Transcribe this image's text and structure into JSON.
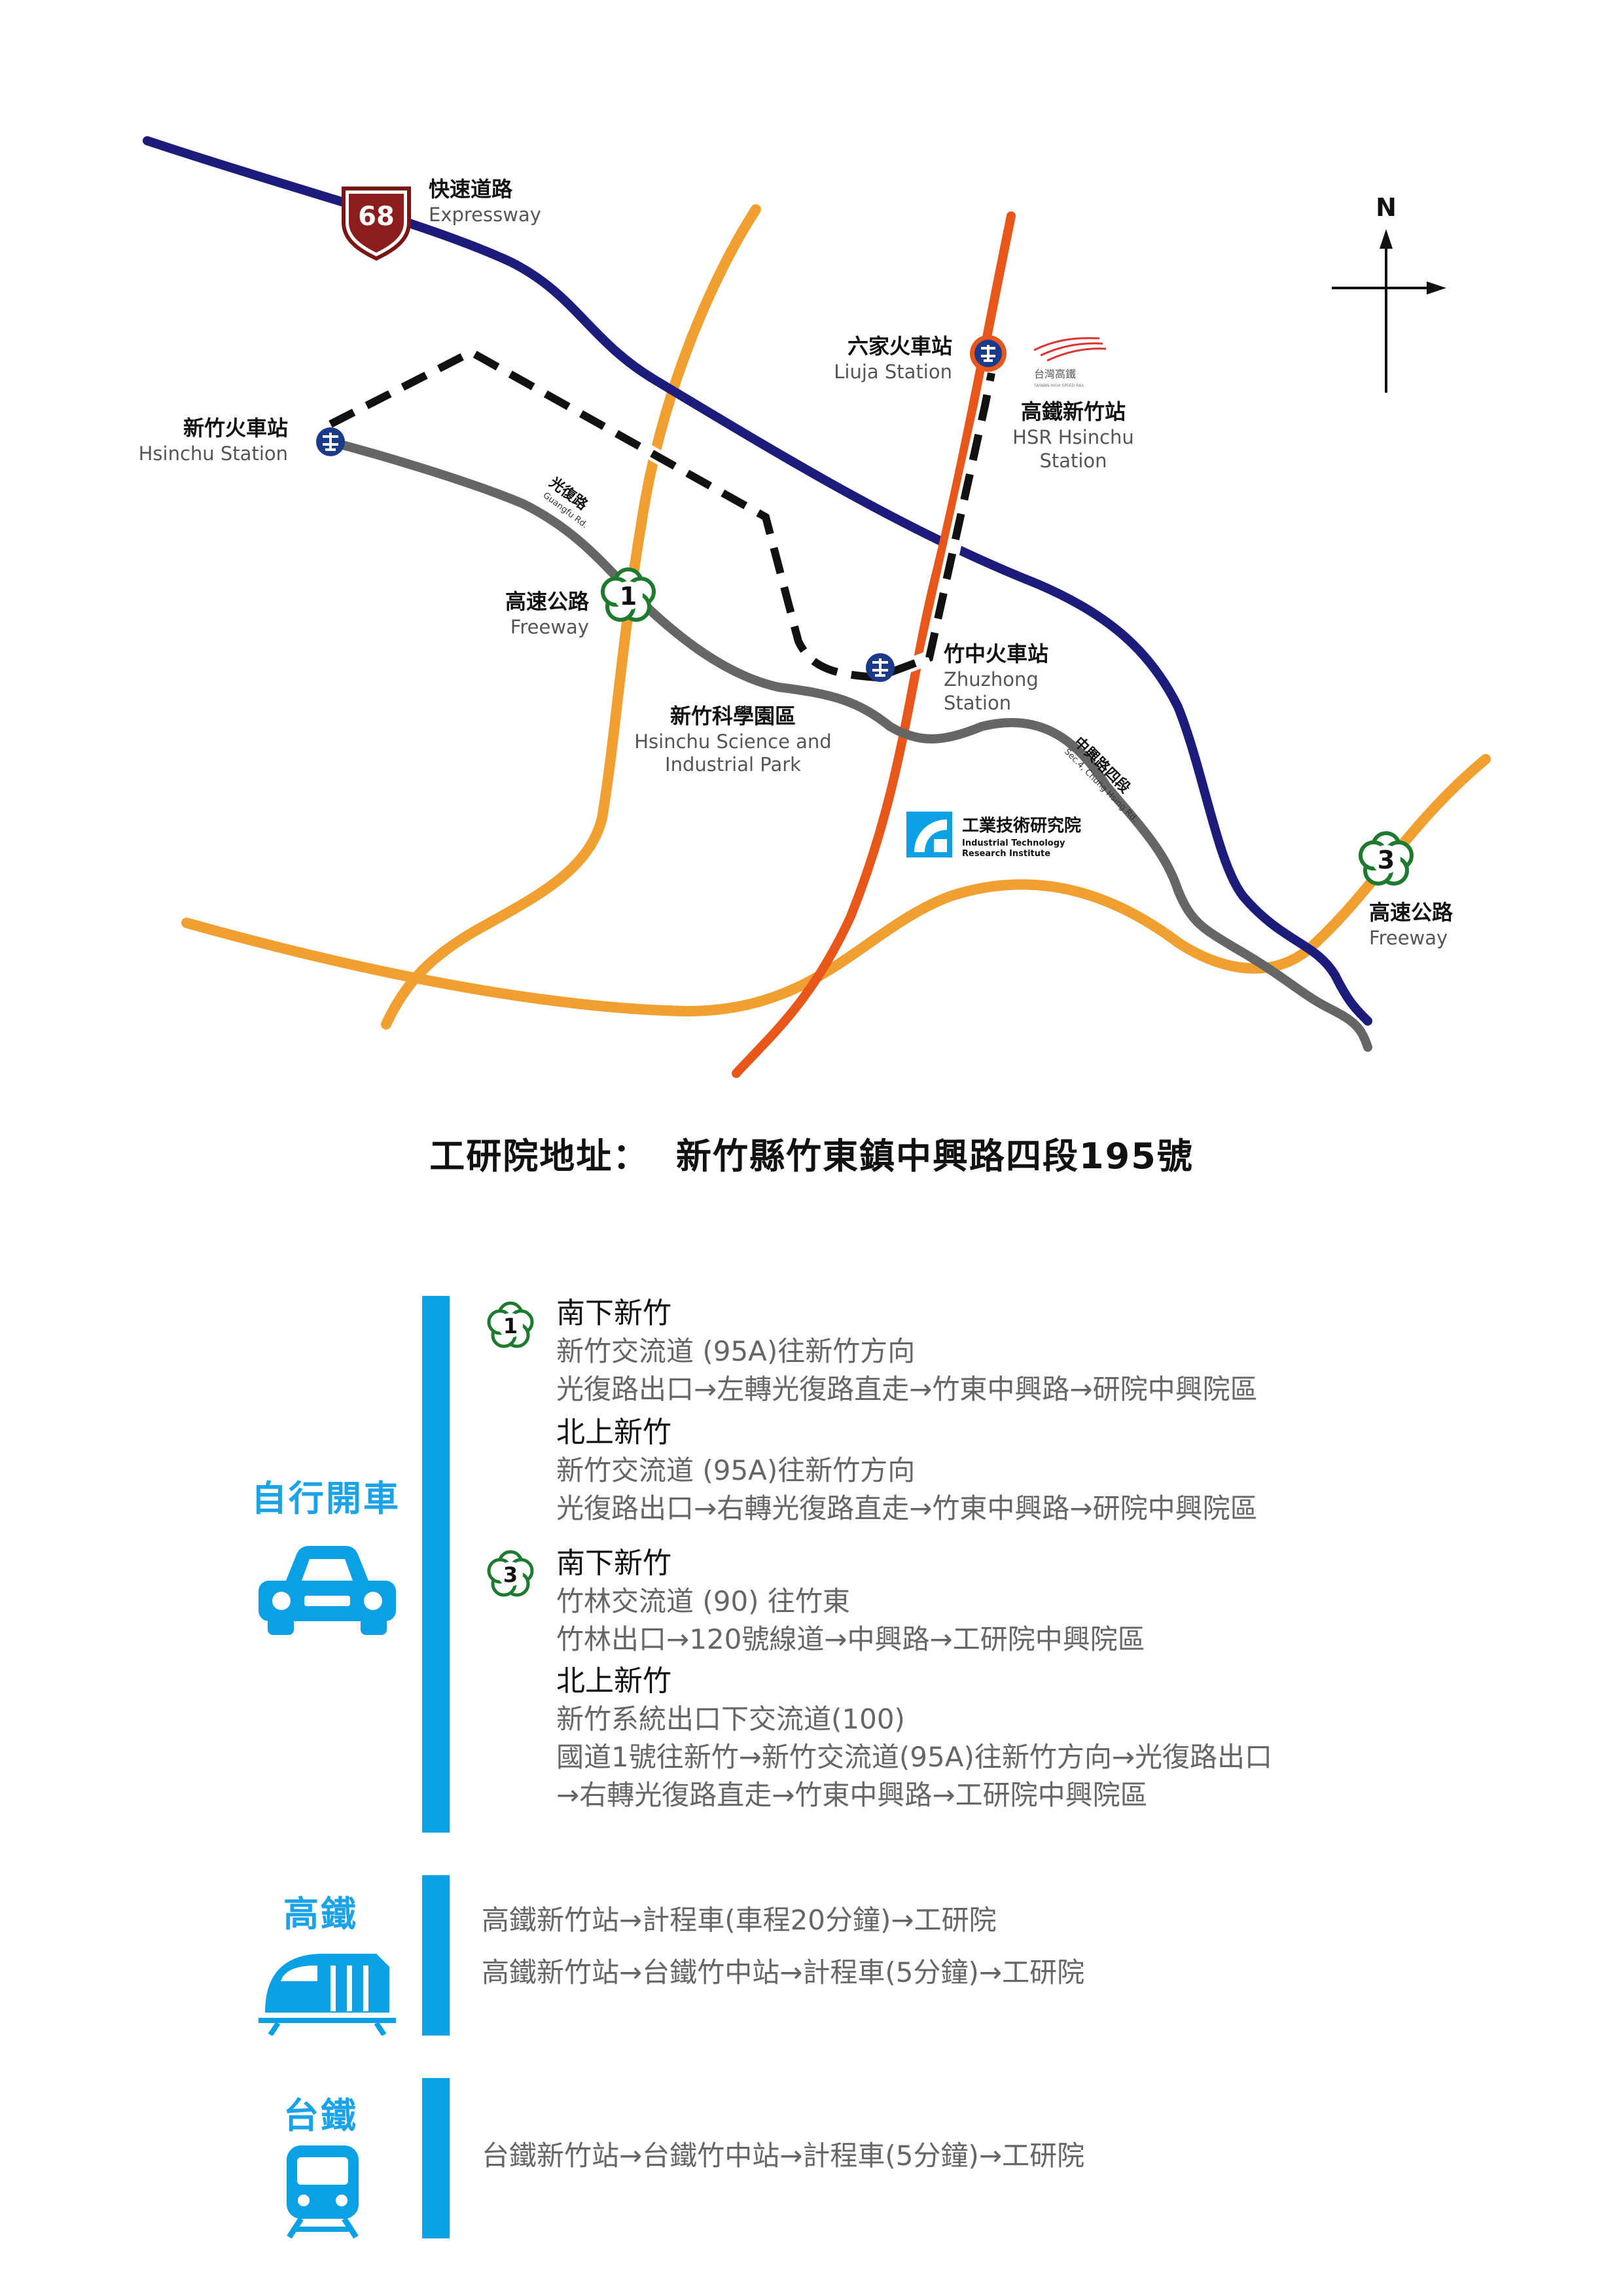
{
  "map": {
    "expressway": {
      "number": "68",
      "label_cn": "快速道路",
      "label_en": "Expressway"
    },
    "north": "N",
    "stations": {
      "hsinchu": {
        "cn": "新竹火車站",
        "en": "Hsinchu Station"
      },
      "liuja": {
        "cn": "六家火車站",
        "en": "Liuja Station"
      },
      "hsr": {
        "cn": "高鐵新竹站",
        "en1": "HSR Hsinchu",
        "en2": "Station"
      },
      "zhuzhong": {
        "cn": "竹中火車站",
        "en1": "Zhuzhong",
        "en2": "Station"
      }
    },
    "freeway1": {
      "number": "1",
      "cn": "高速公路",
      "en": "Freeway"
    },
    "freeway3": {
      "number": "3",
      "cn": "高速公路",
      "en": "Freeway"
    },
    "science_park": {
      "cn": "新竹科學園區",
      "en1": "Hsinchu Science and",
      "en2": "Industrial Park"
    },
    "guangfu_rd": {
      "cn": "光復路",
      "en": "Guangfu Rd."
    },
    "zhongxing_rd": {
      "cn": "中興路四段",
      "en": "Sec.4, Chung Hsing Rd."
    },
    "itri": {
      "cn": "工業技術研究院",
      "en1": "Industrial Technology",
      "en2": "Research Institute"
    },
    "hsr_logo_cn": "台灣高鐵",
    "hsr_logo_en": "TAIWAN HIGH SPEED RAIL",
    "colors": {
      "expressway": "#1c1d7a",
      "freeway": "#f0a030",
      "rail": "#e8561a",
      "road": "#666666",
      "accent": "#0aa0e6"
    }
  },
  "address": {
    "label": "工研院地址：",
    "value": "新竹縣竹東鎮中興路四段195號"
  },
  "car": {
    "label": "自行開車",
    "groups": [
      {
        "badge": "1",
        "entries": [
          {
            "title": "南下新竹",
            "lines": [
              "新竹交流道 (95A)往新竹方向",
              "光復路出口→左轉光復路直走→竹東中興路→研院中興院區"
            ]
          },
          {
            "title": "北上新竹",
            "lines": [
              "新竹交流道 (95A)往新竹方向",
              "光復路出口→右轉光復路直走→竹東中興路→研院中興院區"
            ]
          }
        ]
      },
      {
        "badge": "3",
        "entries": [
          {
            "title": "南下新竹",
            "lines": [
              "竹林交流道 (90) 往竹東",
              "竹林出口→120號線道→中興路→工研院中興院區"
            ]
          },
          {
            "title": "北上新竹",
            "lines": [
              "新竹系統出口下交流道(100)",
              "國道1號往新竹→新竹交流道(95A)往新竹方向→光復路出口",
              "→右轉光復路直走→竹東中興路→工研院中興院區"
            ]
          }
        ]
      }
    ]
  },
  "hsr": {
    "label": "高鐵",
    "routes": [
      "高鐵新竹站→計程車(車程20分鐘)→工研院",
      "高鐵新竹站→台鐵竹中站→計程車(5分鐘)→工研院"
    ]
  },
  "tra": {
    "label": "台鐵",
    "routes": [
      "台鐵新竹站→台鐵竹中站→計程車(5分鐘)→工研院"
    ]
  }
}
